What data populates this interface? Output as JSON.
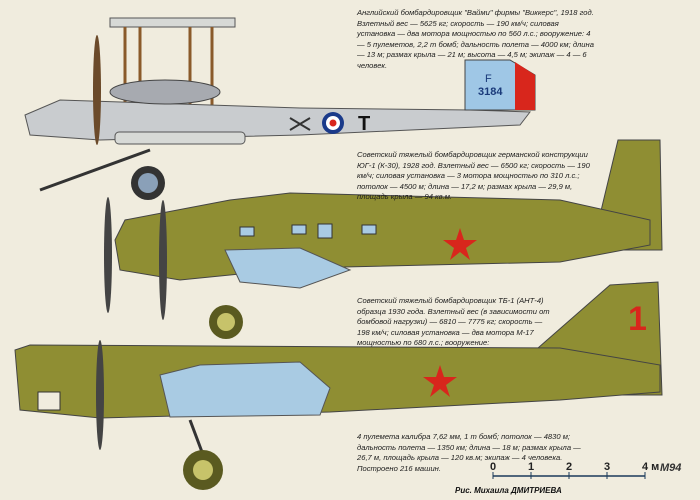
{
  "aircraft": [
    {
      "description": "Английский бомбардировщик \"Вайми\" фирмы \"Виккерс\", 1918 год. Взлетный вес — 5625 кг; скорость — 190 км/ч; силовая установка — два мотора мощностью по 560 л.с.; вооружение: 4 — 5 пулеметов, 2,2 т бомб; дальность полета — 4000 км; длина — 13 м; размах крыла — 21 м; высота — 4,5 м; экипаж — 4 — 6 человек.",
      "markings": {
        "tail_letter": "F",
        "tail_number": "3184",
        "fuselage_letter": "T"
      }
    },
    {
      "description": "Советский тяжелый бомбардировщик германской конструкции ЮГ-1 (К-30), 1928 год. Взлетный вес — 6500 кг; скорость — 190 км/ч; силовая установка — 3 мотора мощностью по 310 л.с.; потолок — 4500 м; длина — 17,2 м; размах крыла — 29,9 м, площадь крыла — 94 кв.м."
    },
    {
      "description": "Советский тяжелый бомбардировщик ТБ-1 (АНТ-4) образца 1930 года. Взлетный вес (в зависимости от бомбовой нагрузки) — 6810 — 7775 кг; скорость — 198 км/ч; силовая установка — два мотора М-17 мощностью по 680 л.с.; вооружение:",
      "description_cont": "4 пулемета калибра 7,62 мм, 1 т бомб; потолок — 4830 м; дальность полета — 1350 км; длина — 18 м; размах крыла — 26,7 м, площадь крыла — 120 кв.м; экипаж — 4 человека. Построено 216 машин.",
      "markings": {
        "tail_number": "1"
      }
    }
  ],
  "scale": {
    "ticks": [
      "0",
      "1",
      "2",
      "3",
      "4 м"
    ]
  },
  "signature": "М94",
  "caption": "Рис. Михаила ДМИТРИЕВА",
  "colors": {
    "olive": "#8f8e33",
    "silver": "#c9cccf",
    "red": "#d8261c",
    "blue": "#9fc7e6",
    "background": "#f0ecde"
  }
}
